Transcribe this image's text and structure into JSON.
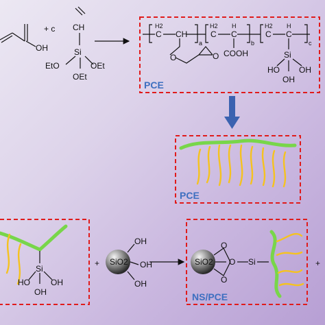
{
  "reactants": {
    "plus_c": "+ c",
    "acid_oh": "OH",
    "vinyl_ch": "CH",
    "si": "Si",
    "oet_left": "EtO",
    "oet_right": "OEt",
    "oet_bottom": "OEt"
  },
  "polymer": {
    "h2_1": "H2",
    "c_1": "C",
    "ch": "CH",
    "sub_a": "a",
    "h2_2": "H2",
    "c_2": "C",
    "h_2": "H",
    "c_3": "C",
    "sub_b": "b",
    "cooh": "COOH",
    "h2_3": "H2",
    "c_4": "C",
    "h_3": "H",
    "c_5": "C",
    "sub_c": "c",
    "si": "Si",
    "oh_left": "HO",
    "oh_right": "OH",
    "oh_bottom": "OH",
    "ether_o": "O",
    "epoxide_o": "O"
  },
  "labels": {
    "pce_top": "PCE",
    "pce_mid": "PCE",
    "ns_pce": "NS/PCE"
  },
  "bottom": {
    "plus_1": "+",
    "plus_2": "+",
    "si": "Si",
    "oh_left": "HO",
    "oh_right": "OH",
    "oh_bottom": "OH",
    "sio2": "SiO2",
    "nano_oh1": "OH",
    "nano_oh2": "OH",
    "nano_oh3": "OH",
    "sio2_product": "SiO2",
    "o1": "O",
    "o2": "O",
    "o3": "O",
    "si_product": "Si"
  },
  "colors": {
    "box_border": "#e01b1b",
    "label_blue": "#3d6fc0",
    "arrow_blue": "#3b62b0",
    "backbone_green": "#78d64a",
    "side_chain_yellow": "#f5c220"
  }
}
